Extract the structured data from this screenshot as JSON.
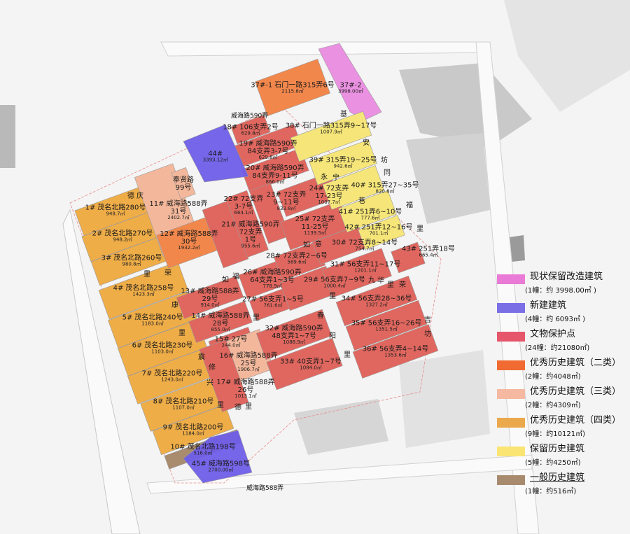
{
  "colors": {
    "existing_renovation": "#E98BDF",
    "new_build": "#6F5EE8",
    "heritage_site": "#E0675F",
    "excellent_class2": "#F2874C",
    "excellent_class3": "#F3B89C",
    "excellent_class4": "#EFAD48",
    "retained_historic": "#F6E679",
    "general_historic": "#A98B6E",
    "road": "#cfcfcf",
    "background": "#f4f4f4"
  },
  "legend": [
    {
      "key": "existing_renovation",
      "title": "现状保留改造建筑",
      "sub": "(1幢：约 3998.00㎡ )",
      "swatch": "#E97BD6"
    },
    {
      "key": "new_build",
      "title": "新建建筑",
      "sub": "(4幢：约  6093㎡ )",
      "swatch": "#7B6FE6"
    },
    {
      "key": "heritage_site",
      "title": "文物保护点",
      "sub": "(24幢：约21080㎡)",
      "swatch": "#E5566A"
    },
    {
      "key": "excellent_class2",
      "title": "优秀历史建筑（二类）",
      "sub": "(2幢：约4048㎡)",
      "swatch": "#F06A32"
    },
    {
      "key": "excellent_class3",
      "title": "优秀历史建筑（三类）",
      "sub": "(2幢：约4309㎡)",
      "swatch": "#F4B9A0"
    },
    {
      "key": "excellent_class4",
      "title": "优秀历史建筑（四类）",
      "sub": "(9幢：约10121㎡)",
      "swatch": "#EAA94C"
    },
    {
      "key": "retained_historic",
      "title": "保留历史建筑",
      "sub": "(5幢：约4250㎡)",
      "swatch": "#FAE574"
    },
    {
      "key": "general_historic",
      "title": "一般历史建筑",
      "sub": "(1幢：约516㎡)",
      "swatch": "#A88B6E"
    }
  ],
  "buildings": [
    {
      "id": "1#",
      "lines": [
        "茂名北路280号"
      ],
      "area": "948.7㎡",
      "cat": "excellent_class4"
    },
    {
      "id": "2#",
      "lines": [
        "茂名北路270号"
      ],
      "area": "948.2㎡",
      "cat": "excellent_class4"
    },
    {
      "id": "3#",
      "lines": [
        "茂名北路260号"
      ],
      "area": "980.8㎡",
      "cat": "excellent_class4"
    },
    {
      "id": "4#",
      "lines": [
        "茂名北路258号"
      ],
      "area": "1423.3㎡",
      "cat": "excellent_class4"
    },
    {
      "id": "5#",
      "lines": [
        "茂名北路240号"
      ],
      "area": "1183.0㎡",
      "cat": "excellent_class4"
    },
    {
      "id": "6#",
      "lines": [
        "茂名北路230号"
      ],
      "area": "1103.0㎡",
      "cat": "excellent_class4"
    },
    {
      "id": "7#",
      "lines": [
        "茂名北路220号"
      ],
      "area": "1243.0㎡",
      "cat": "excellent_class4"
    },
    {
      "id": "8#",
      "lines": [
        "茂名北路210号"
      ],
      "area": "1107.0㎡",
      "cat": "excellent_class4"
    },
    {
      "id": "9#",
      "lines": [
        "茂名北路200号"
      ],
      "area": "1184.0㎡",
      "cat": "excellent_class4"
    },
    {
      "id": "10#",
      "lines": [
        "茂名北路198号"
      ],
      "area": "516.0㎡",
      "cat": "general_historic"
    },
    {
      "id": "11#",
      "lines": [
        "威海路588弄",
        "31号"
      ],
      "area": "2402.7㎡",
      "cat": "excellent_class3"
    },
    {
      "id": "",
      "lines": [
        "奉贤路",
        "99号"
      ],
      "area": "",
      "cat": "excellent_class3"
    },
    {
      "id": "12#",
      "lines": [
        "威海路588弄",
        "30号"
      ],
      "area": "1932.2㎡",
      "cat": "excellent_class2"
    },
    {
      "id": "13#",
      "lines": [
        "威海路588弄",
        "29号"
      ],
      "area": "914.0㎡",
      "cat": "heritage_site"
    },
    {
      "id": "14#",
      "lines": [
        "威海路588弄",
        "28号"
      ],
      "area": "855.0㎡",
      "cat": "heritage_site"
    },
    {
      "id": "15#",
      "lines": [
        "27号"
      ],
      "area": "244.0㎡",
      "cat": "heritage_site"
    },
    {
      "id": "16#",
      "lines": [
        "威海路588弄",
        "25号"
      ],
      "area": "1906.7㎡",
      "cat": "excellent_class3"
    },
    {
      "id": "17#",
      "lines": [
        "威海路588弄",
        "26号"
      ],
      "area": "1013.1㎡",
      "cat": "heritage_site"
    },
    {
      "id": "18#",
      "lines": [
        "106支弄2号"
      ],
      "area": "629.8㎡",
      "cat": "heritage_site"
    },
    {
      "id": "19#",
      "lines": [
        "威海路590弄",
        "84支弄3-7号"
      ],
      "area": "629.8㎡",
      "cat": "heritage_site"
    },
    {
      "id": "20#",
      "lines": [
        "威海路590弄",
        "84支弄9-11号"
      ],
      "area": "866.0㎡",
      "cat": "heritage_site"
    },
    {
      "id": "21#",
      "lines": [
        "威海路590弄",
        "72支弄",
        "1号"
      ],
      "area": "955.6㎡",
      "cat": "heritage_site"
    },
    {
      "id": "22#",
      "lines": [
        "72支弄",
        "3-7号"
      ],
      "area": "664.1㎡",
      "cat": "heritage_site"
    },
    {
      "id": "23#",
      "lines": [
        "72支弄",
        "9~11号"
      ],
      "area": "833.8㎡",
      "cat": "heritage_site"
    },
    {
      "id": "24#",
      "lines": [
        "72支弄",
        "17-23号"
      ],
      "area": "1007.7㎡",
      "cat": "heritage_site"
    },
    {
      "id": "25#",
      "lines": [
        "72支弄",
        "11-25号"
      ],
      "area": "1139.5㎡",
      "cat": "heritage_site"
    },
    {
      "id": "26#",
      "lines": [
        "威海路590弄",
        "64支弄1~3号"
      ],
      "area": "778.9㎡",
      "cat": "heritage_site"
    },
    {
      "id": "27#",
      "lines": [
        "56支弄1~5号"
      ],
      "area": "761.6㎡",
      "cat": "heritage_site"
    },
    {
      "id": "28#",
      "lines": [
        "72支弄2~6号"
      ],
      "area": "589.6㎡",
      "cat": "heritage_site"
    },
    {
      "id": "29#",
      "lines": [
        "56支弄7~9号"
      ],
      "area": "1000.4㎡",
      "cat": "heritage_site"
    },
    {
      "id": "30#",
      "lines": [
        "72支弄8~14号"
      ],
      "area": "754.7㎡",
      "cat": "heritage_site"
    },
    {
      "id": "31#",
      "lines": [
        "56支弄11~17号"
      ],
      "area": "1201.1㎡",
      "cat": "heritage_site"
    },
    {
      "id": "32#",
      "lines": [
        "威海路590弄",
        "48支弄1~7号"
      ],
      "area": "1088.9㎡",
      "cat": "heritage_site"
    },
    {
      "id": "33#",
      "lines": [
        "40支弄1~7号"
      ],
      "area": "1084.0㎡",
      "cat": "heritage_site"
    },
    {
      "id": "34#",
      "lines": [
        "56支弄28~36号"
      ],
      "area": "1327.2㎡",
      "cat": "heritage_site"
    },
    {
      "id": "35#",
      "lines": [
        "56支弄16~26号"
      ],
      "area": "1351.5㎡",
      "cat": "heritage_site"
    },
    {
      "id": "36#",
      "lines": [
        "56支弄4~14号"
      ],
      "area": "1353.6㎡",
      "cat": "heritage_site"
    },
    {
      "id": "37#-1",
      "lines": [
        "石门一路315弄6号"
      ],
      "area": "2115.8㎡",
      "cat": "excellent_class2"
    },
    {
      "id": "37#-2",
      "lines": [],
      "area": "3998.00㎡",
      "cat": "existing_renovation"
    },
    {
      "id": "38#",
      "lines": [
        "石门一路315弄9~17号"
      ],
      "area": "1007.9㎡",
      "cat": "retained_historic"
    },
    {
      "id": "39#",
      "lines": [
        "315弄19~25号"
      ],
      "area": "942.6㎡",
      "cat": "retained_historic"
    },
    {
      "id": "40#",
      "lines": [
        "315弄27~35号"
      ],
      "area": "820.8㎡",
      "cat": "retained_historic"
    },
    {
      "id": "41#",
      "lines": [
        "251弄6~10号"
      ],
      "area": "777.6㎡",
      "cat": "retained_historic"
    },
    {
      "id": "42#",
      "lines": [
        "251弄12~16号"
      ],
      "area": "701.1㎡",
      "cat": "retained_historic"
    },
    {
      "id": "43#",
      "lines": [
        "251弄18号"
      ],
      "area": "665.4㎡",
      "cat": "heritage_site"
    },
    {
      "id": "44#",
      "lines": [],
      "area": "3393.12㎡",
      "cat": "new_build"
    },
    {
      "id": "45#",
      "lines": [
        "威海路598号"
      ],
      "area": "2700.00㎡",
      "cat": "new_build"
    }
  ],
  "lanes": [
    "德",
    "庆",
    "里",
    "荣",
    "康",
    "里",
    "震",
    "兴",
    "里",
    "福",
    "如",
    "里",
    "修",
    "德",
    "里",
    "永",
    "宁",
    "巷",
    "如",
    "意",
    "里",
    "春",
    "阳",
    "里",
    "九",
    "华",
    "里",
    "基",
    "安",
    "坊",
    "同",
    "福",
    "里",
    "荣",
    "坊",
    "吉"
  ],
  "roads": [
    "威海路590弄",
    "威海路588弄"
  ]
}
